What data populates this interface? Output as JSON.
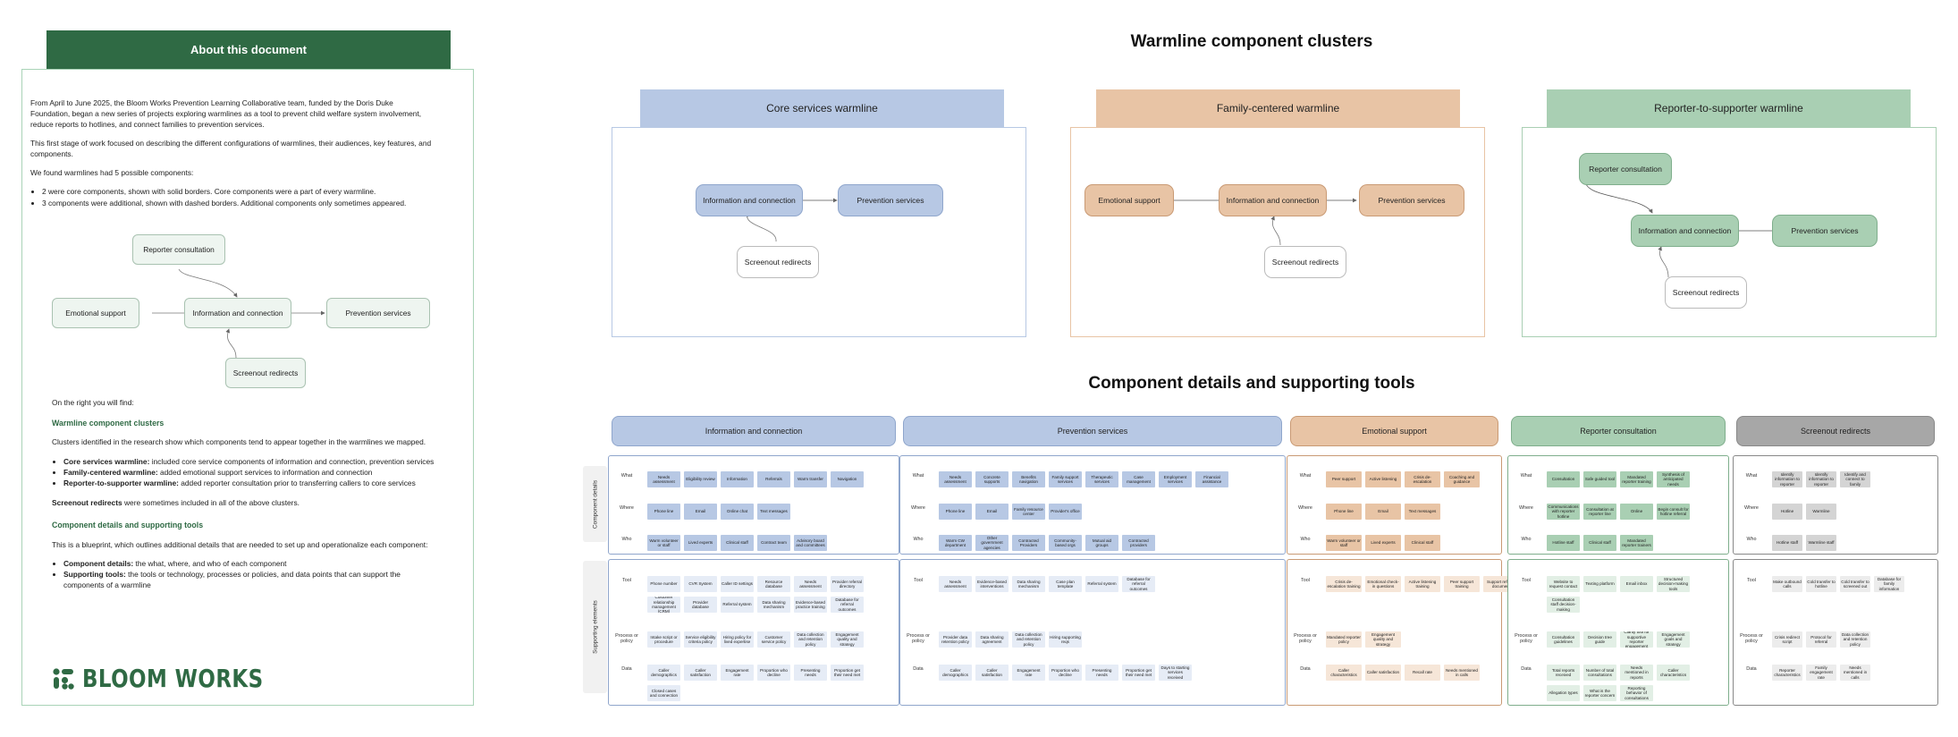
{
  "colors": {
    "green_dark": "#2f6a44",
    "core_blue": "#b7c8e4",
    "family_orange": "#e8c4a5",
    "reporter_green": "#a9cfb3",
    "redirect_gray": "#a7a7a7"
  },
  "doc": {
    "header": "About this document",
    "intro": "From April to June 2025, the Bloom Works Prevention Learning Collaborative team, funded by the Doris Duke Foundation, began a new series of projects exploring warmlines as a tool to prevent child welfare system involvement, reduce reports to hotlines, and connect families to prevention services.",
    "stage": "This first stage of work focused on describing the different configurations of warmlines, their audiences, key features, and components.",
    "found": "We found warmlines had 5 possible components:",
    "bullets1": [
      "2 were core components, shown with solid borders. Core components were a part of every warmline.",
      "3 components were additional, shown with dashed borders. Additional components only sometimes appeared."
    ],
    "diagram": {
      "reporter": "Reporter consultation",
      "emotional": "Emotional support",
      "info": "Information and connection",
      "prevention": "Prevention services",
      "screenout": "Screenout redirects"
    },
    "on_right": "On the right you will find:",
    "h1": "Warmline component clusters",
    "clusters_text": "Clusters identified in the research show which components tend to appear together in the warmlines we mapped.",
    "bullets2": [
      {
        "b": "Core services warmline:",
        "t": " included core service components of information and connection, prevention services"
      },
      {
        "b": "Family-centered warmline:",
        "t": " added emotional support services to information and connection"
      },
      {
        "b": "Reporter-to-supporter warmline:",
        "t": " added reporter consultation prior to transferring callers to core services"
      }
    ],
    "screenout_b": "Screenout redirects",
    "screenout_t": " were sometimes included in all of the above clusters.",
    "h2": "Component details and supporting tools",
    "blueprint": "This is a blueprint, which outlines additional details that are needed to set up and operationalize each component:",
    "bullets3": [
      {
        "b": "Component details:",
        "t": " the what, where, and who of each component"
      },
      {
        "b": "Supporting tools:",
        "t": " the tools or technology, processes or policies, and data points that can support the components of a warmline"
      }
    ],
    "logo": "BLOOM WORKS"
  },
  "clusters_title": "Warmline component clusters",
  "clusters": [
    {
      "title": "Core services warmline",
      "nodes": [
        "Information and connection",
        "Prevention services",
        "Screenout redirects"
      ]
    },
    {
      "title": "Family-centered warmline",
      "nodes": [
        "Emotional support",
        "Information and connection",
        "Prevention services",
        "Screenout redirects"
      ]
    },
    {
      "title": "Reporter-to-supporter warmline",
      "nodes": [
        "Reporter consultation",
        "Information and connection",
        "Prevention services",
        "Screenout redirects"
      ]
    }
  ],
  "details_title": "Component details and supporting tools",
  "group_labels": [
    "Component details",
    "Supporting elements"
  ],
  "row_labels": {
    "what": "What",
    "where": "Where",
    "who": "Who",
    "tool": "Tool",
    "process": "Process or policy",
    "data": "Data"
  },
  "columns": [
    {
      "title": "Information and connection",
      "what": [
        "Needs assessment",
        "Eligibility review",
        "Information",
        "Referrals",
        "Warm transfer",
        "Navigation"
      ],
      "where": [
        "Phone line",
        "Email",
        "Online chat",
        "Text messages"
      ],
      "who": [
        "Warm volunteer or staff",
        "Lived experts",
        "Clinical staff",
        "Contract team",
        "Advisory board and committees"
      ],
      "tool": [
        "Phone number",
        "CVR System",
        "Caller ID settings",
        "Resource database",
        "Needs assessment",
        "Provider referral directory"
      ],
      "tool2": [
        "Customer relationship management (CRM)",
        "Provider database",
        "Referral system",
        "Data sharing mechanism",
        "Evidence-based practice training",
        "Database for referral outcomes"
      ],
      "process": [
        "Intake script or procedure",
        "Service eligibility criteria policy",
        "Hiring policy for lived expertise",
        "Customer service policy",
        "Data collection and retention policy",
        "Engagement quality and strategy"
      ],
      "data": [
        "Caller demographics",
        "Caller satisfaction",
        "Engagement rate",
        "Proportion who decline",
        "Presenting needs",
        "Proportion get their need met"
      ],
      "data2": [
        "Closed cases and connection"
      ]
    },
    {
      "title": "Prevention services",
      "what": [
        "Needs assessment",
        "Concrete supports",
        "Benefits navigation",
        "Family support services",
        "Therapeutic services",
        "Case management",
        "Employment services",
        "Financial assistance"
      ],
      "where": [
        "Phone line",
        "Email",
        "Family resource center",
        "Provider's office"
      ],
      "who": [
        "Warm CW department",
        "Other government agencies",
        "Contracted Providers",
        "Community-based orgs",
        "Mutual aid groups",
        "Contracted providers"
      ],
      "tool": [
        "Needs assessment",
        "Evidence-based interventions",
        "Data sharing mechanism",
        "Case plan template",
        "Referral system",
        "Database for referral outcomes"
      ],
      "process": [
        "Provider data retention policy",
        "Data sharing agreement",
        "Data collection and retention policy",
        "Hiring supporting reqs"
      ],
      "data": [
        "Caller demographics",
        "Caller satisfaction",
        "Engagement rate",
        "Proportion who decline",
        "Presenting needs",
        "Proportion get their need met",
        "Days to starting services received"
      ]
    },
    {
      "title": "Emotional support",
      "what": [
        "Peer support",
        "Active listening",
        "Crisis de-escalation",
        "Coaching and guidance"
      ],
      "where": [
        "Phone line",
        "Email",
        "Text messages"
      ],
      "who": [
        "Warm volunteer or staff",
        "Lived experts",
        "Clinical staff"
      ],
      "tool": [
        "Crisis de-escalation training",
        "Emotional check-in questions",
        "Active listening training",
        "Peer support training",
        "Support referral document"
      ],
      "process": [
        "Mandated reporter policy",
        "Engagement quality and strategy"
      ],
      "data": [
        "Caller characteristics",
        "Caller satisfaction",
        "Recall rate",
        "Needs mentioned in calls"
      ]
    },
    {
      "title": "Reporter consultation",
      "what": [
        "Consultation",
        "Safe guided tool",
        "Mandated reporter training",
        "Synthesis of anticipated needs"
      ],
      "where": [
        "Communications with reporter hotline",
        "Consultation at reporter line",
        "Online",
        "Begin consult for hotline referral"
      ],
      "who": [
        "Hotline staff",
        "Clinical staff",
        "Mandated reporter trainers"
      ],
      "tool": [
        "Website to request contact",
        "Texting platform",
        "Email inbox",
        "Structured decision-making tools"
      ],
      "tool2": [
        "Consultation staff decision-making"
      ],
      "process": [
        "Consultation guidelines",
        "Decision tree guide",
        "Clarity tool for supportive reporter engagement",
        "Engagement goals and strategy"
      ],
      "data": [
        "Total reports received",
        "Number of total consultations",
        "Needs mentioned in reports",
        "Caller characteristics"
      ],
      "data2": [
        "Allegation types",
        "What is the reporter concern",
        "Reporting behavior of consultations"
      ]
    },
    {
      "title": "Screenout redirects",
      "what": [
        "Identify information to reporter",
        "Identify information to reporter",
        "Identify and connect to family"
      ],
      "where": [
        "Hotline",
        "Warmline"
      ],
      "who": [
        "Hotline staff",
        "Warmline staff"
      ],
      "tool": [
        "Make outbound calls",
        "Cold transfer to hotline",
        "Cold transfer to screened out",
        "Database for family information"
      ],
      "process": [
        "Crisis redirect script",
        "Protocol for referral",
        "Data collection and retention policy"
      ],
      "data": [
        "Reporter characteristics",
        "Family engagement rate",
        "Needs mentioned in calls"
      ]
    }
  ]
}
